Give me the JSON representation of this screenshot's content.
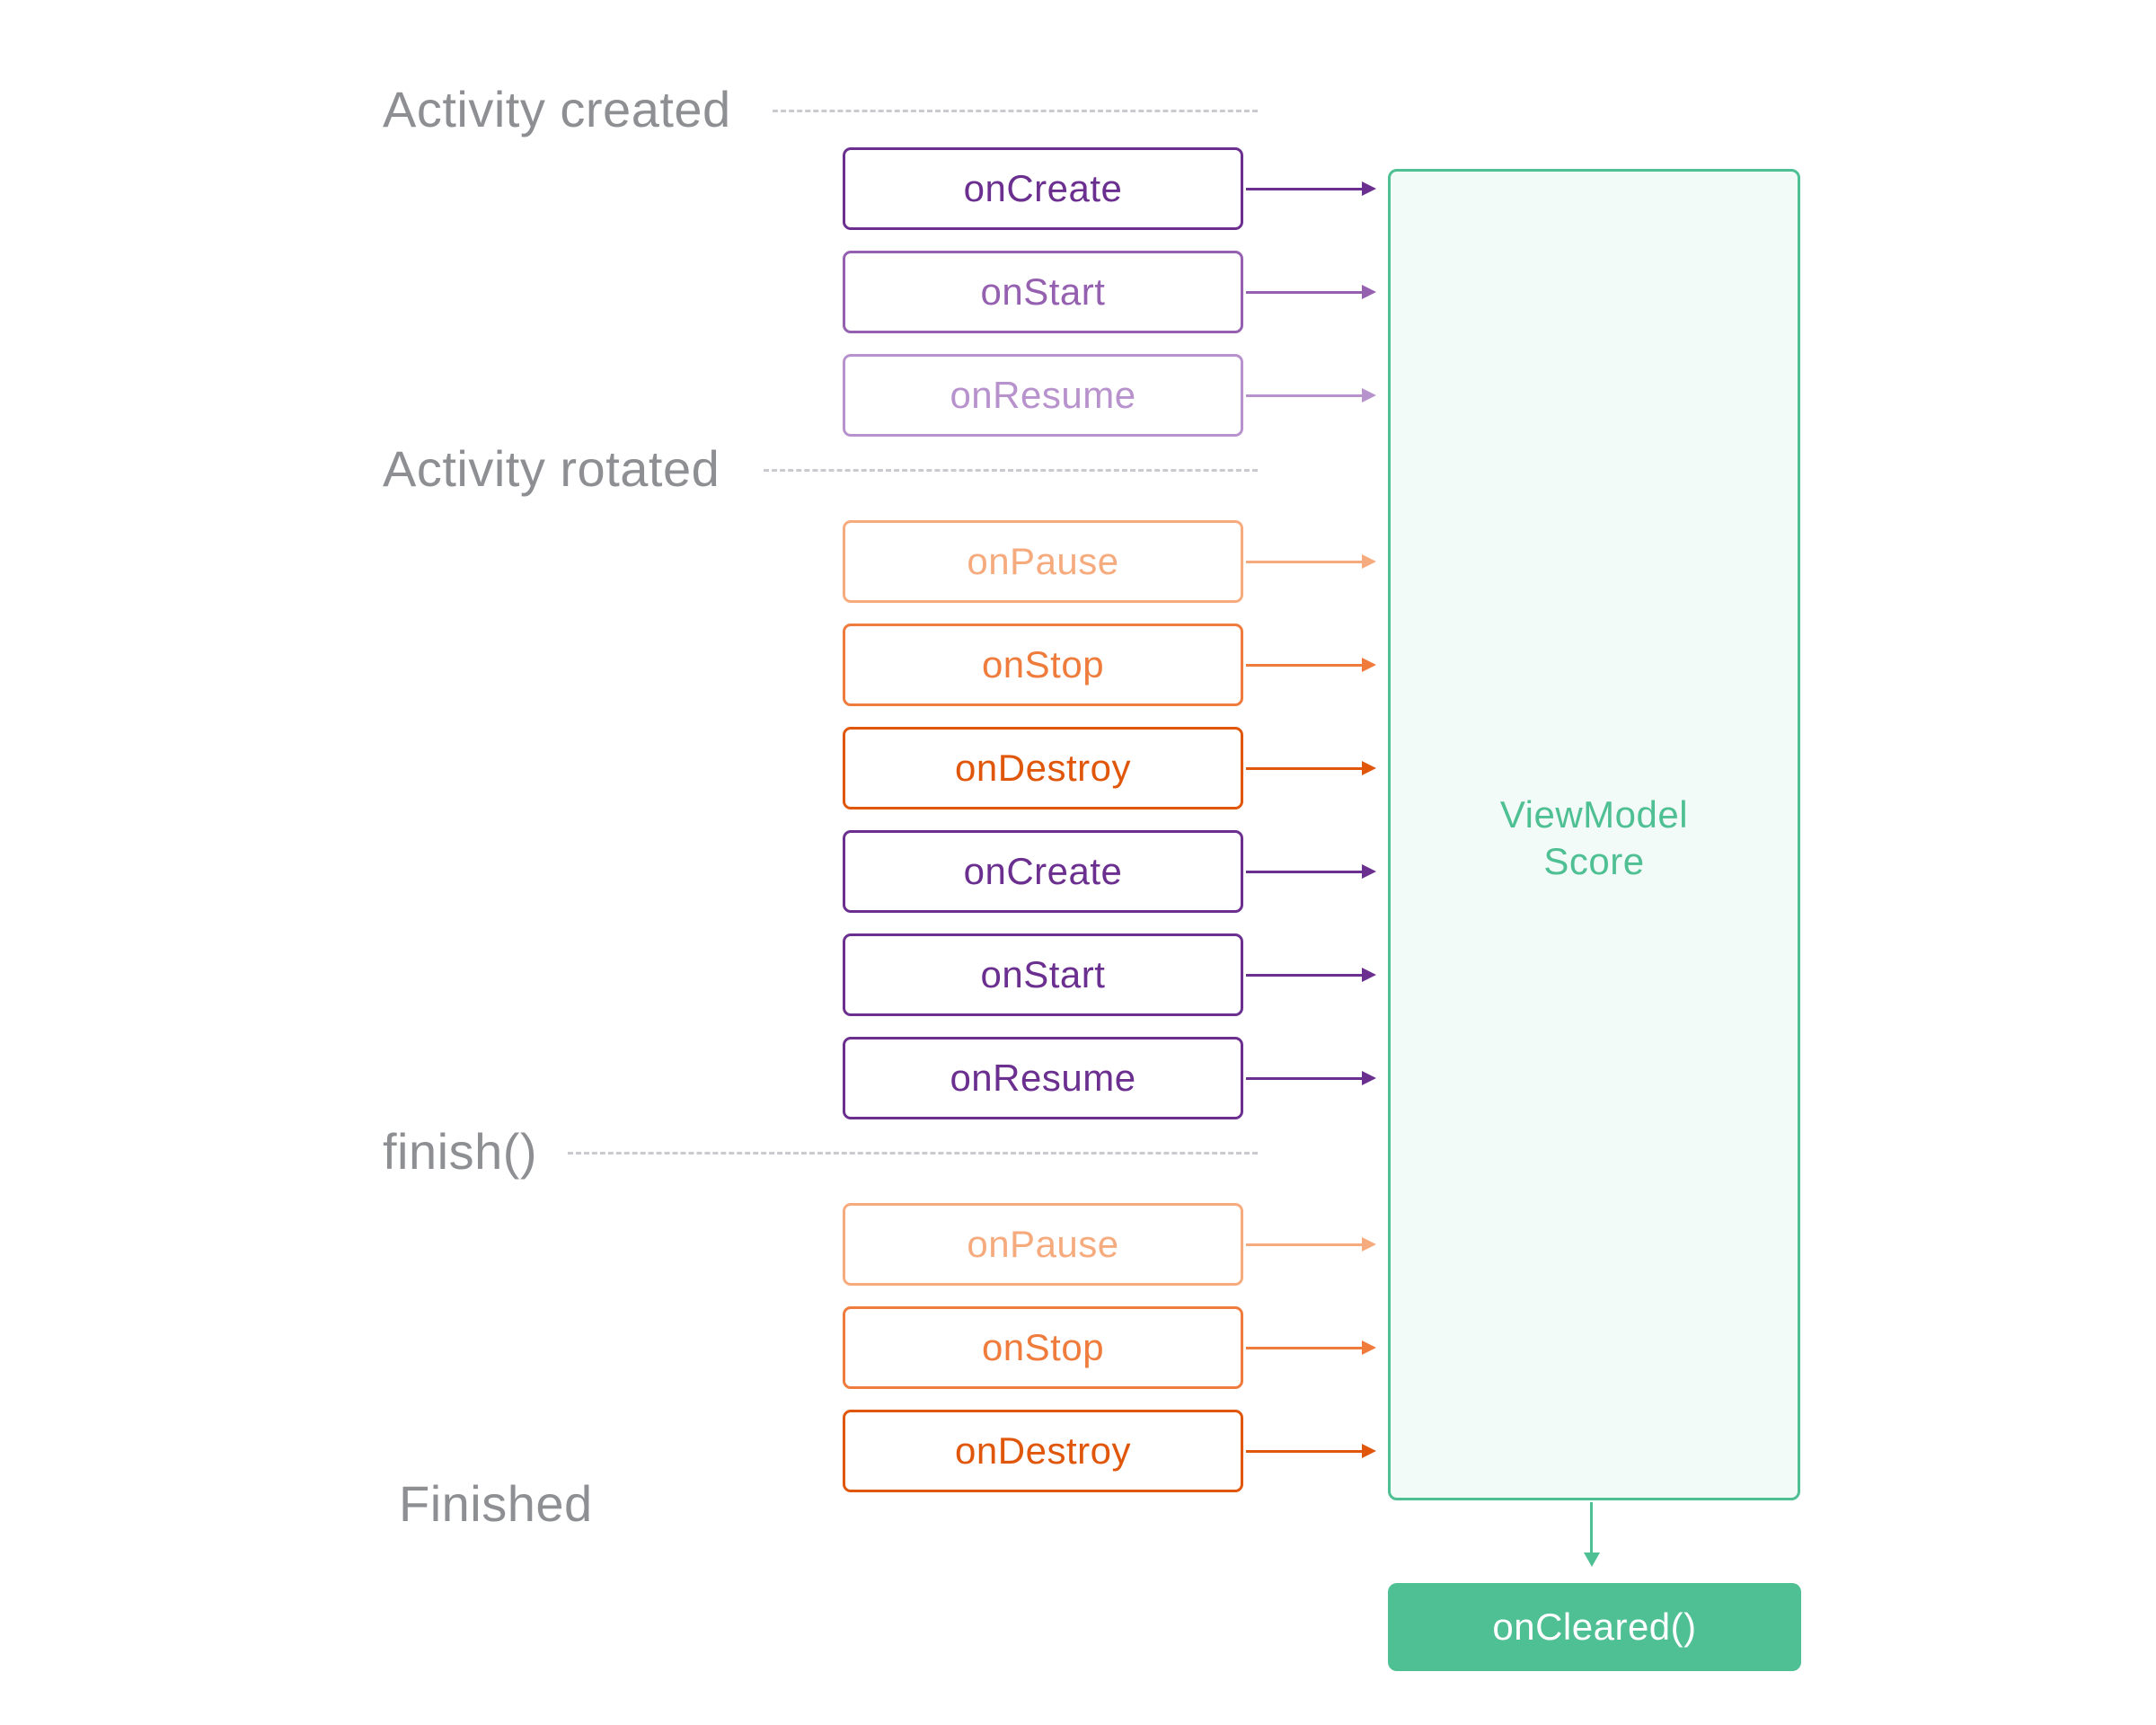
{
  "phases": [
    {
      "label": "Activity created"
    },
    {
      "label": "Activity rotated"
    },
    {
      "label": "finish()"
    },
    {
      "label": "Finished"
    }
  ],
  "callbacks": [
    {
      "label": "onCreate",
      "color": "#6a2f8f"
    },
    {
      "label": "onStart",
      "color": "#9560b0"
    },
    {
      "label": "onResume",
      "color": "#b792cc"
    },
    {
      "label": "onPause",
      "color": "#f6ab7e"
    },
    {
      "label": "onStop",
      "color": "#ef7c3c"
    },
    {
      "label": "onDestroy",
      "color": "#e0570c"
    },
    {
      "label": "onCreate",
      "color": "#6a2f8f"
    },
    {
      "label": "onStart",
      "color": "#6a2f8f"
    },
    {
      "label": "onResume",
      "color": "#6a2f8f"
    },
    {
      "label": "onPause",
      "color": "#f6ab7e"
    },
    {
      "label": "onStop",
      "color": "#ef7c3c"
    },
    {
      "label": "onDestroy",
      "color": "#e0570c"
    }
  ],
  "viewmodel": {
    "line1": "ViewModel",
    "line2": "Score",
    "cleared_label": "onCleared()",
    "color": "#4fbf94"
  }
}
